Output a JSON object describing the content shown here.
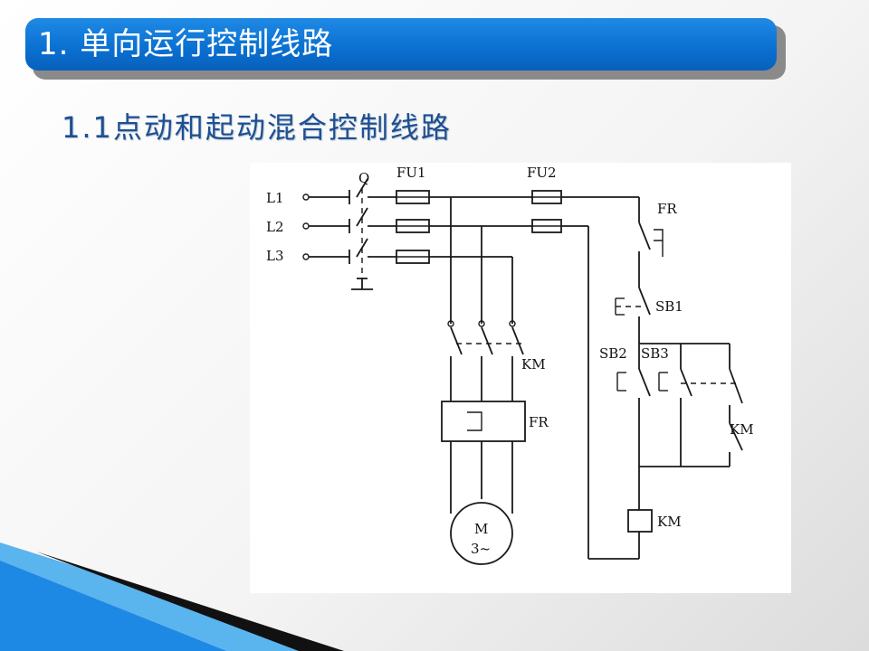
{
  "slide": {
    "title": "1. 单向运行控制线路",
    "subtitle": "1.1点动和起动混合控制线路"
  },
  "diagram": {
    "labels": {
      "l1": "L1",
      "l2": "L2",
      "l3": "L3",
      "q": "Q",
      "fu1": "FU1",
      "fu2": "FU2",
      "fr_contact": "FR",
      "sb1": "SB1",
      "sb2": "SB2",
      "sb3": "SB3",
      "km_main": "KM",
      "fr_relay": "FR",
      "km_aux": "KM",
      "km_coil": "KM",
      "motor_m": "M",
      "motor_phase": "3~"
    }
  },
  "colors": {
    "title_bar": "#0a6fd0",
    "subtitle_text": "#1d4f91",
    "deco_blue": "#1e88e5"
  }
}
